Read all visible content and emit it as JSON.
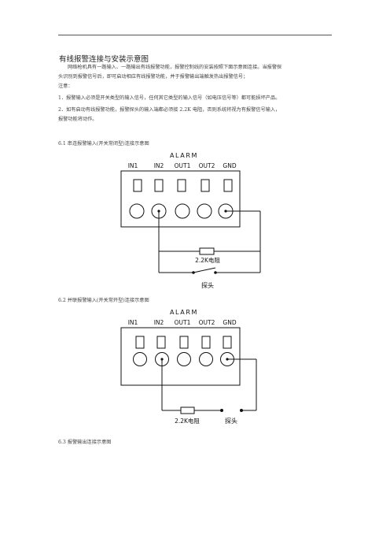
{
  "doc": {
    "title": "有线报警连接与安装示意图",
    "intro_line1": "网络枪机具有一路输入、一路输出有线报警功能，报警控制线的安装按照下面示意图连接。当报警探",
    "intro_line2": "头识别到报警信号后，即可启动相应有线报警功能，并于报警输出端触发热出报警信号；",
    "note_label": "注意：",
    "note1": "1．报警输入必须是开关类型的输入信号，任何其它类型的输入信号（如电压信号等）都可能损坏产品。",
    "note2_line1": "2．如有启动有线报警功能，报警探头的输入端都必须接 2.2K 电阻，否则系统将视为有报警信号输入，",
    "note2_line2": "报警功能将动作。"
  },
  "figure1": {
    "caption": "6.1 串连报警输入(开关常闭型)连接示意图",
    "header": "ALARM",
    "pins": [
      "IN1",
      "IN2",
      "OUT1",
      "OUT2",
      "GND"
    ],
    "resistor_label": "2.2K电阻",
    "probe_label": "探头"
  },
  "figure2": {
    "caption": "6.2 并联报警输入(开关常开型)连接示意图",
    "header": "ALARM",
    "pins": [
      "IN1",
      "IN2",
      "OUT1",
      "OUT2",
      "GND"
    ],
    "resistor_label": "2.2K电阻",
    "probe_label": "探头"
  },
  "figure3": {
    "caption": "6.3 报警输出连接示意图"
  }
}
